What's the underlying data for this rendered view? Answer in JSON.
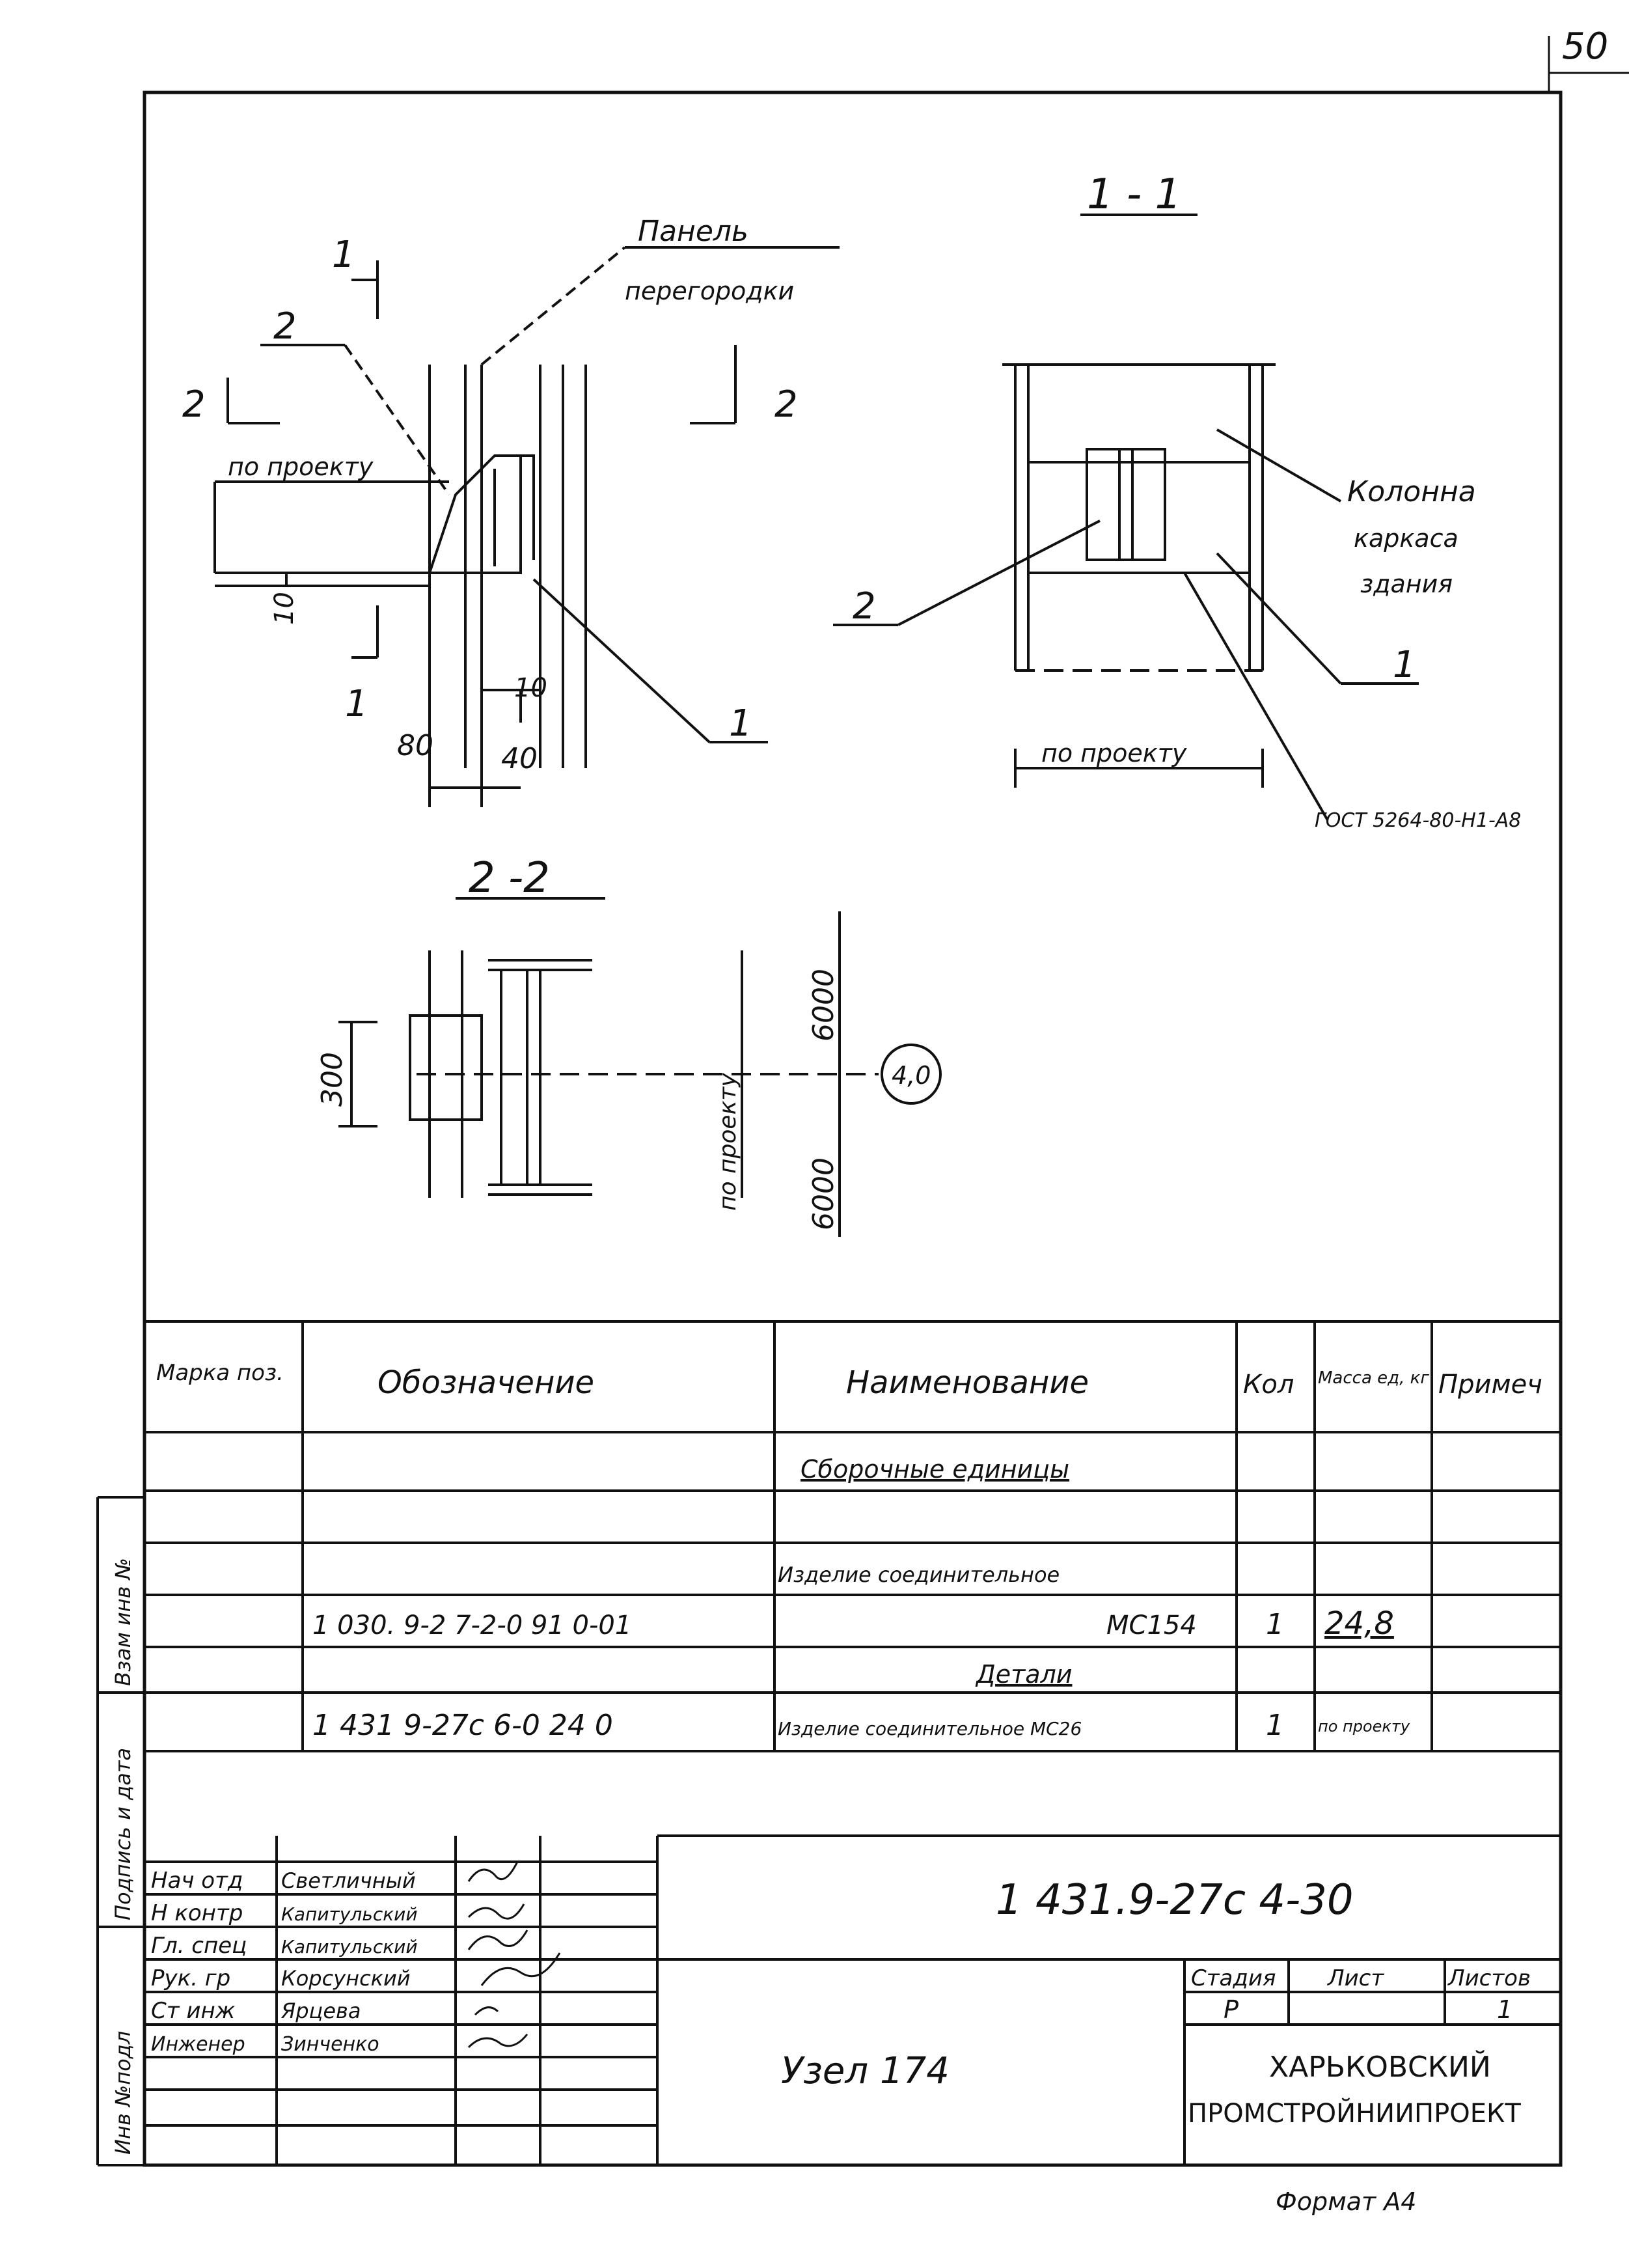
{
  "sheet": {
    "page_number": "50",
    "format_label": "Формат А4"
  },
  "drawing": {
    "callout_panel_line1": "Панель",
    "callout_panel_line2": "перегородки",
    "section_mark_1": "1",
    "section_mark_2": "2",
    "callout_2": "2",
    "callout_1": "1",
    "dim_po_proektu": "по проекту",
    "dim_10_left": "10",
    "dim_10_bottom": "10",
    "dim_80": "80",
    "dim_40": "40",
    "section_1_1_title": "1 - 1",
    "column_line1": "Колонна",
    "column_line2": "каркаса",
    "column_line3": "здания",
    "section_1_1_callout_2": "2",
    "section_1_1_callout_1": "1",
    "section_1_1_dim": "по проекту",
    "weld_note": "ГОСТ 5264-80-Н1-А8",
    "section_2_2_title": "2 -2",
    "dim_300": "300",
    "dim_6000_top": "6000",
    "dim_6000_bottom": "6000",
    "dim_po_proektu_vertical": "по проекту",
    "axis_label": "4,0"
  },
  "spec_table": {
    "headers": {
      "mark": "Марка поз.",
      "designation": "Обозначение",
      "name": "Наименование",
      "qty": "Кол",
      "mass": "Масса ед, кг",
      "note": "Примеч"
    },
    "rows": [
      {
        "mark": "",
        "designation": "",
        "name": "Сборочные единицы",
        "qty": "",
        "mass": "",
        "note": ""
      },
      {
        "mark": "",
        "designation": "",
        "name": "",
        "qty": "",
        "mass": "",
        "note": ""
      },
      {
        "mark": "",
        "designation": "",
        "name": "Изделие соединительное",
        "qty": "",
        "mass": "",
        "note": ""
      },
      {
        "mark": "",
        "designation": "1 030. 9-2 7-2-0 91 0-01",
        "name": "МС154",
        "qty": "1",
        "mass": "24,8",
        "note": ""
      },
      {
        "mark": "",
        "designation": "",
        "name": "Детали",
        "qty": "",
        "mass": "",
        "note": ""
      },
      {
        "mark": "",
        "designation": "1 431 9-27с 6-0 24 0",
        "name": "Изделие соединительное МС26",
        "qty": "1",
        "mass": "по проекту",
        "note": ""
      }
    ]
  },
  "side_stamp": {
    "inv_podl": "Инв №подл",
    "podpis_data": "Подпись и дата",
    "vzam_inv": "Взам инв №"
  },
  "title_block": {
    "signatures": [
      {
        "role": "Нач отд",
        "name": "Светличный"
      },
      {
        "role": "Н контр",
        "name": "Капитульский"
      },
      {
        "role": "Гл. спец",
        "name": "Капитульский"
      },
      {
        "role": "Рук. гр",
        "name": "Корсунский"
      },
      {
        "role": "Ст инж",
        "name": "Ярцева"
      },
      {
        "role": "Инженер",
        "name": "Зинченко"
      }
    ],
    "document_code": "1 431.9-27с   4-30",
    "drawing_title": "Узел 174",
    "stage_header": "Стадия",
    "sheet_header": "Лист",
    "sheets_header": "Листов",
    "stage_value": "Р",
    "sheet_value": "",
    "sheets_value": "1",
    "organization_line1": "ХАРЬКОВСКИЙ",
    "organization_line2": "ПРОМСТРОЙНИИПРОЕКТ"
  }
}
